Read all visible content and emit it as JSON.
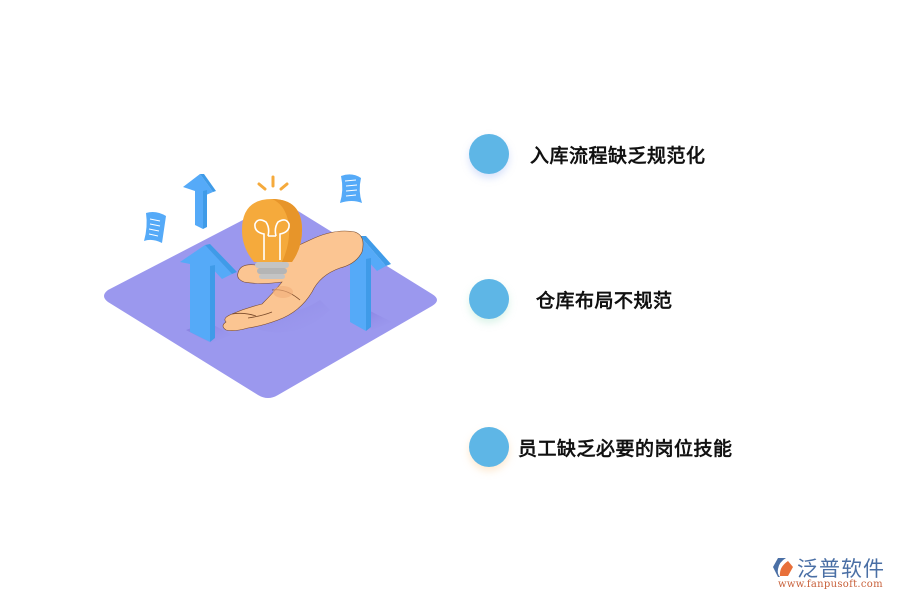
{
  "illustration": {
    "description": "Isometric purple platform with a hand holding a glowing light bulb, blue upward arrows and floating documents",
    "icons": [
      "light-bulb-icon",
      "hand-icon",
      "up-arrow-icon",
      "document-icon",
      "platform-icon"
    ],
    "colors": {
      "platform": "#9b98ee",
      "arrow": "#55aaf8",
      "arrow_side": "#3f9be8",
      "bulb": "#f5aa3c",
      "bulb_shade": "#e7952a",
      "bulb_base": "#c4c4c4",
      "hand": "#fbc592",
      "document": "#55aaf8"
    }
  },
  "items": [
    {
      "label": "入库流程缺乏规范化",
      "dot_color": "#5eb6e6"
    },
    {
      "label": "仓库布局不规范",
      "dot_color": "#5eb6e6"
    },
    {
      "label": "员工缺乏必要的岗位技能",
      "dot_color": "#5eb6e6"
    }
  ],
  "logo": {
    "name": "泛普软件",
    "url": "www.fanpusoft.com",
    "icon": "fanpu-logo-icon",
    "colors": {
      "name": "#4a6fa5",
      "url": "#c8603a",
      "icon_orange": "#e8703a",
      "icon_blue": "#4a6fa5"
    }
  }
}
